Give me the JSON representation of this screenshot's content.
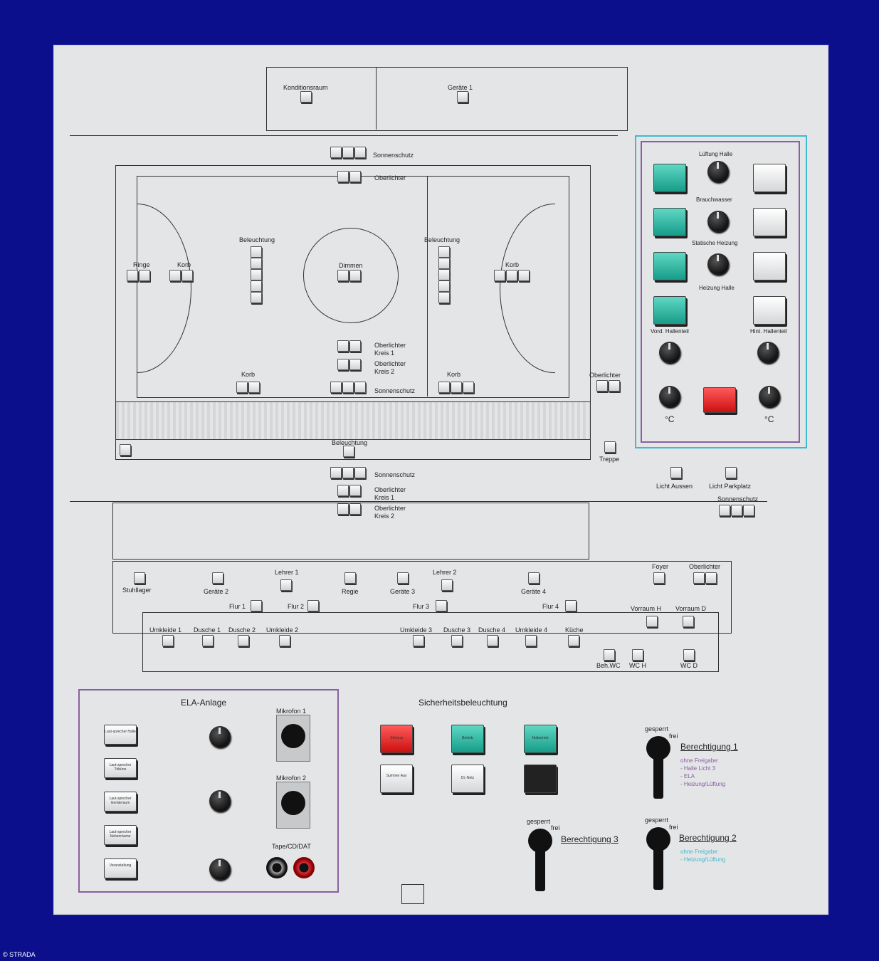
{
  "credit": "© STRADA",
  "floorplan": {
    "rooms_top": [
      "Konditionsraum",
      "Geräte 1"
    ],
    "hall_labels": {
      "sonnenschutz": "Sonnenschutz",
      "oberlichter": "Oberlichter",
      "beleuchtung": "Beleuchtung",
      "ringe": "Ringe",
      "korb": "Korb",
      "dimmen": "Dimmen",
      "oberlichter_kreis1": [
        "Oberlichter",
        "Kreis 1"
      ],
      "oberlichter_kreis2": [
        "Oberlichter",
        "Kreis 2"
      ],
      "treppe": "Treppe"
    },
    "outside": [
      "Licht Aussen",
      "Licht Parkplatz"
    ],
    "rooms_bottom": [
      "Stuhllager",
      "Geräte 2",
      "Lehrer 1",
      "Regie",
      "Geräte 3",
      "Lehrer 2",
      "Geräte 4",
      "Foyer",
      "Oberlichter",
      "Flur 1",
      "Flur 2",
      "Flur 3",
      "Flur 4",
      "Vorraum H",
      "Vorraum D",
      "Umkleide 1",
      "Dusche 1",
      "Dusche 2",
      "Umkleide 2",
      "Umkleide 3",
      "Dusche 3",
      "Dusche 4",
      "Umkleide 4",
      "Küche",
      "Beh.WC",
      "WC H",
      "WC D"
    ]
  },
  "hvac": {
    "labels": [
      "Lüftung Halle",
      "Brauchwasser",
      "Statische Heizung",
      "Heizung Halle",
      "Vord. Hallenteil",
      "Hint. Hallenteil"
    ],
    "temp_unit": "°C"
  },
  "ela": {
    "title": "ELA-Anlage",
    "buttons": [
      "Laut-sprecher Halle",
      "Laut-sprecher Tribüne",
      "Laut-sprecher Geräteraum",
      "Laut-sprecher Nebenräume",
      "Veranstaltung"
    ],
    "mic1": "Mikrofon 1",
    "mic2": "Mikrofon 2",
    "tape": "Tape/CD/DAT"
  },
  "safety": {
    "title": "Sicherheitsbeleuchtung",
    "buttons": [
      "Störung",
      "Betrieb",
      "Notbetrieb",
      "Summer Aus",
      "Dt.-Netz"
    ]
  },
  "perm": {
    "locked": "gesperrt",
    "free": "frei",
    "b1": "Berechtigung 1",
    "b1_notes": [
      "ohne Freigabe:",
      "- Halle Licht 3",
      "- ELA",
      "- Heizung/Lüftung"
    ],
    "b2": "Berechtigung 2",
    "b2_notes": [
      "ohne Freigabe:",
      "- Heizung/Lüftung"
    ],
    "b3": "Berechtigung 3"
  },
  "colors": {
    "background": "#0b0f8c",
    "panel": "#e4e5e7",
    "teal": "#169c89",
    "red": "#cc1010",
    "purple": "#8a5fa0",
    "cyan": "#3bbad0"
  }
}
